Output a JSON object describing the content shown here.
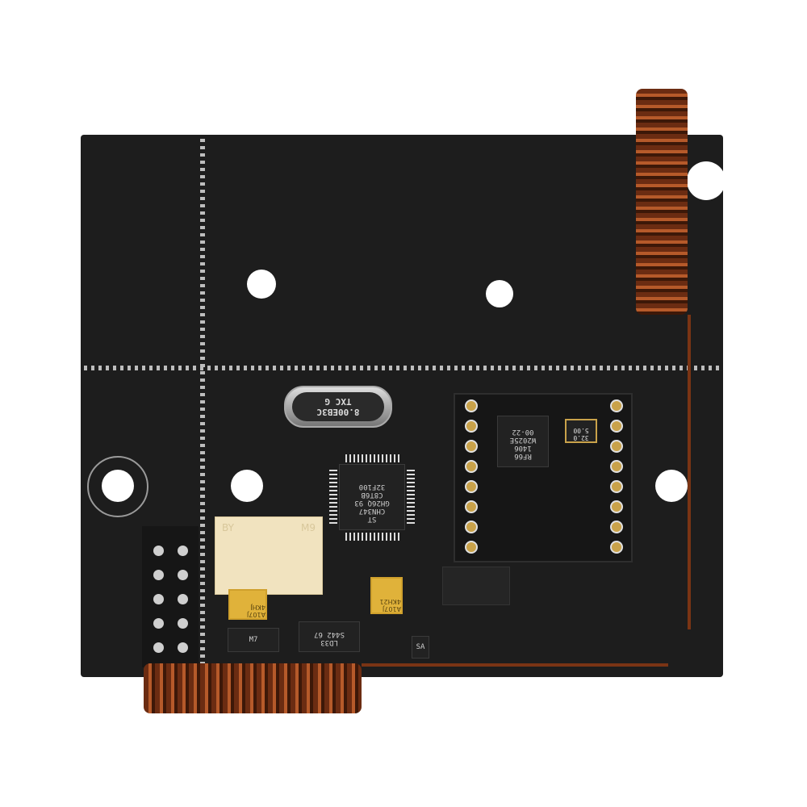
{
  "image": {
    "subject": "Wireless receiver PCB module with helical antennas",
    "background_color": "#ffffff",
    "board_color": "#1d1d1d",
    "antenna_color": "#8a3a18"
  },
  "components": {
    "crystal": {
      "line1": "8.00EB3C",
      "line2": "TXC G"
    },
    "mcu": {
      "line1": "32F100",
      "line2": "C8T6B",
      "line3": "GH26Q 93",
      "line4": "CHN347",
      "brand": "ST"
    },
    "rf_module": {
      "chip_line1": "RF66",
      "chip_line2": "1406",
      "chip_line3": "W2025E",
      "chip_line4": "00-22",
      "xtal": "32.0 5.00"
    },
    "connector": {
      "left_label": "BY",
      "right_label": "M9"
    },
    "regulator": {
      "line1": "LD33",
      "line2": "S442 67"
    },
    "tantalum_cap_left": {
      "label": "A107J 4KHJ"
    },
    "tantalum_cap_right": {
      "label": "A107J 4KH21"
    },
    "diode": {
      "label": "M7"
    },
    "small_part": {
      "label": "SA"
    }
  }
}
